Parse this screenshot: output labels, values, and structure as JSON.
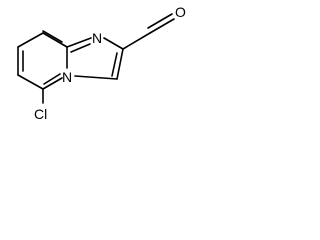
{
  "molecule": {
    "atoms": {
      "n_bridge": "N",
      "n_ring": "N",
      "oxygen": "O",
      "chlorine": "Cl"
    }
  }
}
